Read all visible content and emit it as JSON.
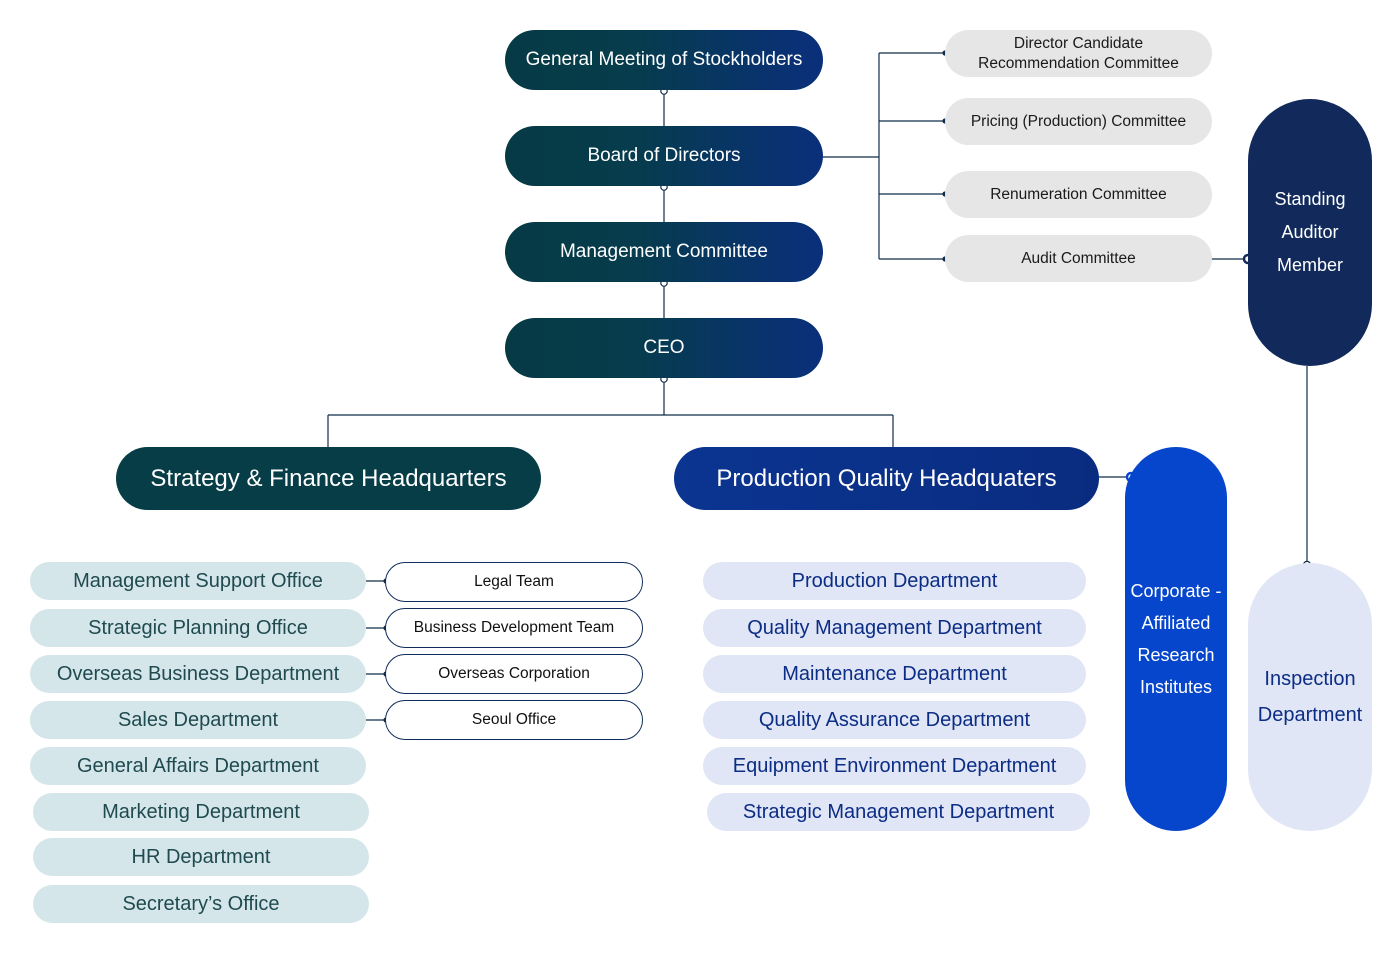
{
  "top_chain": {
    "stockholders": "General Meeting of Stockholders",
    "board": "Board of Directors",
    "management_committee": "Management Committee",
    "ceo": "CEO"
  },
  "committees": {
    "director_candidate_line1": "Director Candidate",
    "director_candidate_line2": "Recommendation Committee",
    "pricing": "Pricing (Production) Committee",
    "renumeration": "Renumeration Committee",
    "audit": "Audit Committee"
  },
  "standing_auditor": {
    "line1": "Standing",
    "line2": "Auditor",
    "line3": "Member"
  },
  "headquarters": {
    "strategy_finance": "Strategy & Finance Headquarters",
    "production_quality": "Production Quality Headquaters"
  },
  "left_departments": [
    "Management Support Office",
    "Strategic Planning Office",
    "Overseas Business Department",
    "Sales Department",
    "General Affairs Department",
    "Marketing Department",
    "HR Department",
    "Secretary’s Office"
  ],
  "teams": [
    "Legal Team",
    "Business Development Team",
    "Overseas Corporation",
    "Seoul Office"
  ],
  "right_departments": [
    "Production Department",
    "Quality Management Department",
    "Maintenance Department",
    "Quality Assurance Department",
    "Equipment Environment Department",
    "Strategic Management Department"
  ],
  "research": {
    "line1": "Corporate -",
    "line2": "Affiliated",
    "line3": "Research",
    "line4": "Institutes"
  },
  "inspection": {
    "line1": "Inspection",
    "line2": "Department"
  },
  "colors": {
    "dark_teal": "#063d47",
    "navy": "#0a2c80",
    "standing_navy": "#112a5b",
    "research_blue": "#0646cc",
    "light_teal": "#d5e6ea",
    "light_blue": "#e0e6f5",
    "committee_gray": "#e6e6e6"
  }
}
